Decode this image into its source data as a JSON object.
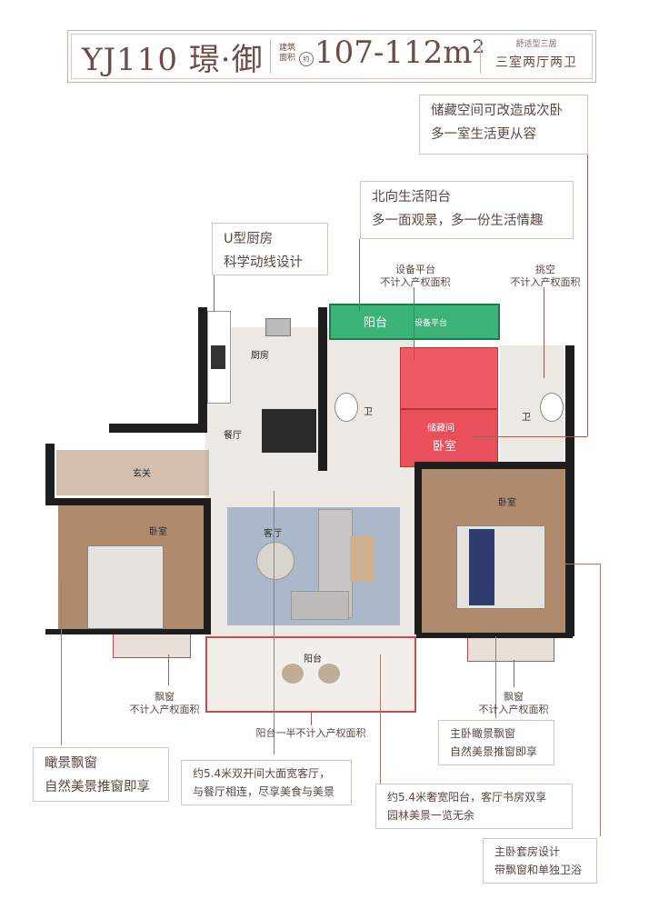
{
  "header": {
    "code": "YJ110 璟·御",
    "area_label": "建筑面积",
    "area_circle": "约",
    "area": "107-112m²",
    "type": "舒适型三居",
    "rooms": "三室两厅两卫"
  },
  "callouts": {
    "storage": [
      "储藏空间可改造成次卧",
      "多一室生活更从容"
    ],
    "north_balcony": [
      "北向生活阳台",
      "多一面观景，多一份生活情趣"
    ],
    "kitchen": [
      "U型厨房",
      "科学动线设计"
    ],
    "bay_window_left": [
      "瞰景飘窗",
      "自然美景推窗即享"
    ],
    "living": [
      "约5.4米双开间大面宽客厅，",
      "与餐厅相连，尽享美食与美景"
    ],
    "balcony": [
      "约5.4米奢宽阳台，客厅书房双享",
      "园林美景一览无余"
    ],
    "master_bay": [
      "主卧瞰景飘窗",
      "自然美景推窗即享"
    ],
    "master_suite": [
      "主卧套房设计",
      "带飘窗和单独卫浴"
    ]
  },
  "notes": {
    "equipment_platform": [
      "设备平台",
      "不计入产权面积"
    ],
    "void": [
      "挑空",
      "不计入产权面积"
    ],
    "bay_window_left": [
      "飘窗",
      "不计入产权面积"
    ],
    "bay_window_right": [
      "飘窗",
      "不计入产权面积"
    ],
    "balcony_half": "阳台一半不计入产权面积"
  },
  "rooms": {
    "kitchen": "厨房",
    "dining": "餐厅",
    "living": "客厅",
    "foyer": "玄关",
    "bedroom_left": "卧室",
    "bedroom_master": "卧室",
    "bath_left": "卫",
    "bath_right": "卫",
    "balcony_bottom": "阳台",
    "balcony_top": "阳台",
    "equipment": "设备平台",
    "storage": "储藏间",
    "storage_bedroom": "卧室"
  },
  "colors": {
    "accent": "#a05a50",
    "balcony_green": "#3db37a",
    "storage_red": "#e8505b"
  }
}
